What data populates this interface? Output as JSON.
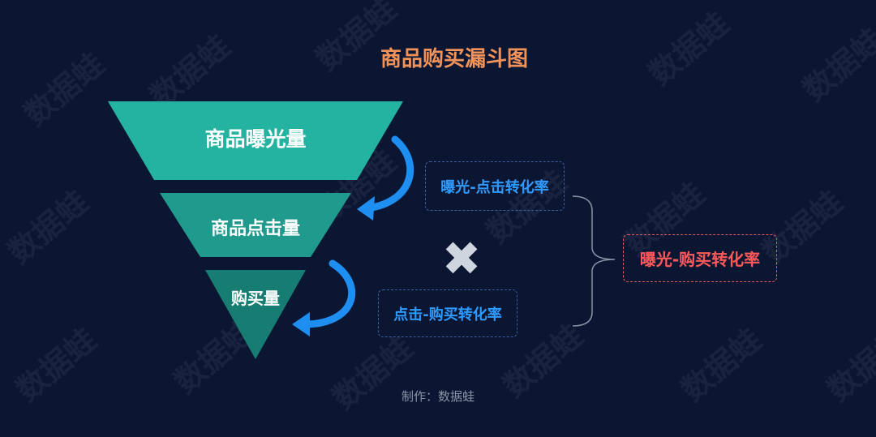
{
  "title": "商品购买漏斗图",
  "funnel": {
    "stages": [
      {
        "label": "商品曝光量",
        "color": "#24b3a1"
      },
      {
        "label": "商品点击量",
        "color": "#1f9a8c"
      },
      {
        "label": "购买量",
        "color": "#177d72"
      }
    ]
  },
  "rates": {
    "exposure_click": "曝光-点击转化率",
    "click_purchase": "点击-购买转化率",
    "exposure_purchase": "曝光-购买转化率"
  },
  "operator": "✖",
  "credit": "制作：数据蛙",
  "watermark": "数据蛙",
  "colors": {
    "background": "#0b1633",
    "title": "#f0935a",
    "arrow": "#1e8ff0",
    "rate_text": "#2f9bff",
    "result_text": "#ff5a5a"
  }
}
